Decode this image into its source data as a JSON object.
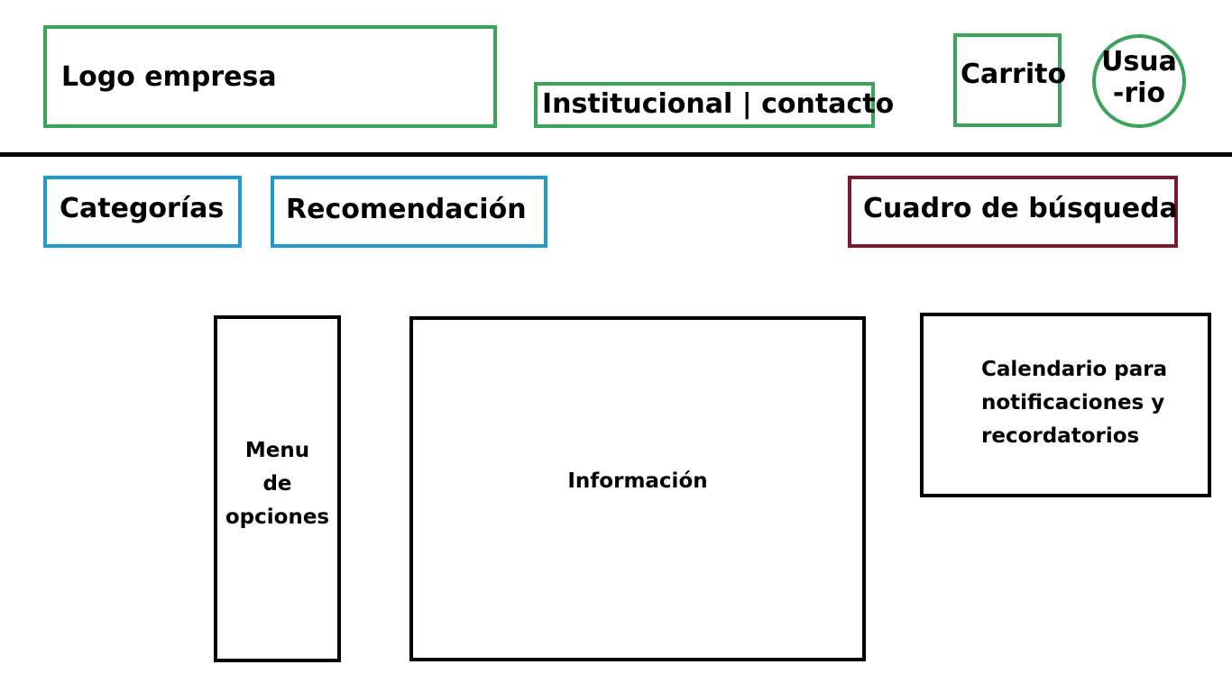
{
  "header": {
    "logo_label": "Logo empresa",
    "nav_label": "Institucional | contacto",
    "cart_label": "Carrito",
    "user_label": "Usua\n-rio"
  },
  "subheader": {
    "categories_label": "Categorías",
    "recommendation_label": "Recomendación",
    "search_label": "Cuadro de búsqueda"
  },
  "body": {
    "menu_label": "Menu\nde\nopciones",
    "info_label": "Información",
    "calendar_label": "Calendario para\nnotificaciones y\nrecordatorios"
  },
  "colors": {
    "header_border": "#3aa55a",
    "subheader_border": "#1e9ccc",
    "search_border": "#7a1a2a",
    "body_border": "#000000"
  }
}
